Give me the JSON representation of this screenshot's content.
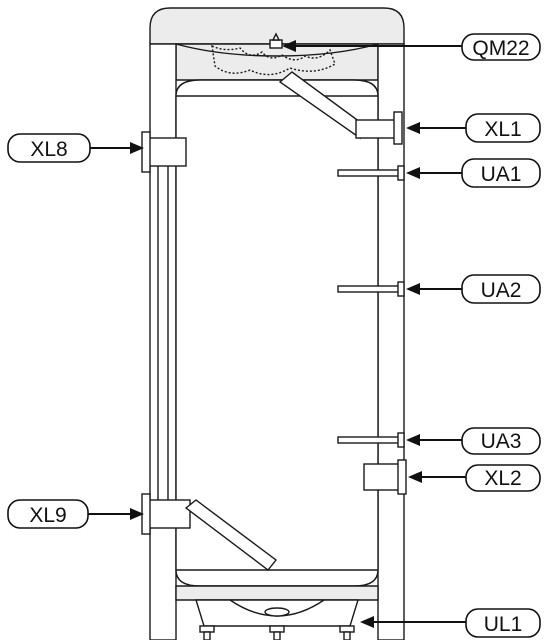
{
  "labels": {
    "qm22": "QM22",
    "xl1": "XL1",
    "ua1": "UA1",
    "ua2": "UA2",
    "ua3": "UA3",
    "xl2": "XL2",
    "ul1": "UL1",
    "xl8": "XL8",
    "xl9": "XL9"
  }
}
